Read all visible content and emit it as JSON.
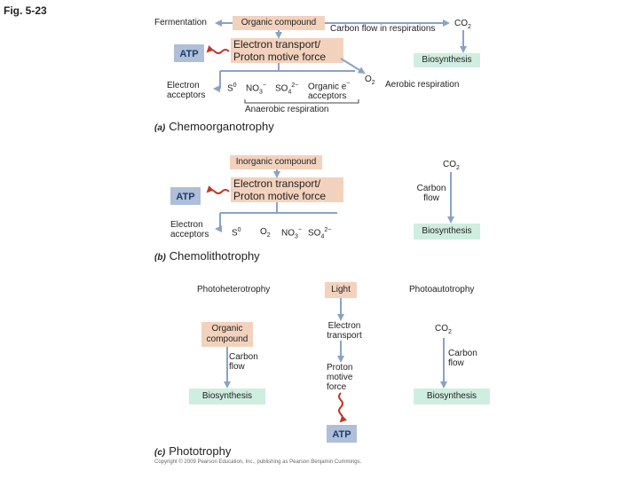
{
  "fig_label": "Fig. 5-23",
  "a": {
    "fermentation": "Fermentation",
    "organic_compound": "Organic compound",
    "carbon_flow": "Carbon flow in respirations",
    "co2": "CO",
    "co2_sub": "2",
    "et_line1": "Electron transport/",
    "et_line2": "Proton motive force",
    "atp": "ATP",
    "biosynthesis": "Biosynthesis",
    "electron_acceptors_1": "Electron",
    "electron_acceptors_2": "acceptors",
    "s0": "S",
    "s0_sup": "0",
    "no3": "NO",
    "no3_sub": "3",
    "no3_sup": "−",
    "so4": "SO",
    "so4_sub": "4",
    "so4_sup": "2−",
    "organic_e_1": "Organic e",
    "organic_e_sup": "−",
    "organic_e_2": "acceptors",
    "o2": "O",
    "o2_sub": "2",
    "aerobic": "Aerobic respiration",
    "anaerobic": "Anaerobic respiration",
    "letter": "(a)",
    "title": "Chemoorganotrophy"
  },
  "b": {
    "inorganic_compound": "Inorganic compound",
    "co2": "CO",
    "co2_sub": "2",
    "et_line1": "Electron transport/",
    "et_line2": "Proton motive force",
    "atp": "ATP",
    "carbon_flow_1": "Carbon",
    "carbon_flow_2": "flow",
    "electron_acceptors_1": "Electron",
    "electron_acceptors_2": "acceptors",
    "s0": "S",
    "s0_sup": "0",
    "o2": "O",
    "o2_sub": "2",
    "no3": "NO",
    "no3_sub": "3",
    "no3_sup": "−",
    "so4": "SO",
    "so4_sub": "4",
    "so4_sup": "2−",
    "biosynthesis": "Biosynthesis",
    "letter": "(b)",
    "title": "Chemolithotrophy"
  },
  "c": {
    "photoheterotrophy": "Photoheterotrophy",
    "light": "Light",
    "photoautotrophy": "Photoautotrophy",
    "organic_compound_1": "Organic",
    "organic_compound_2": "compound",
    "electron_transport_1": "Electron",
    "electron_transport_2": "transport",
    "co2": "CO",
    "co2_sub": "2",
    "carbon_flow_left_1": "Carbon",
    "carbon_flow_left_2": "flow",
    "carbon_flow_right_1": "Carbon",
    "carbon_flow_right_2": "flow",
    "proton_1": "Proton",
    "proton_2": "motive",
    "proton_3": "force",
    "biosynthesis_left": "Biosynthesis",
    "biosynthesis_right": "Biosynthesis",
    "atp": "ATP",
    "letter": "(c)",
    "title": "Phototrophy"
  },
  "copyright": "Copyright © 2009 Pearson Education, Inc., publishing as Pearson Benjamin Cummings.",
  "colors": {
    "tan": "#f3d2bd",
    "green": "#cfeedf",
    "blue": "#aebfd7",
    "arrow": "#8aa2c8",
    "wavy": "#c0392b"
  }
}
